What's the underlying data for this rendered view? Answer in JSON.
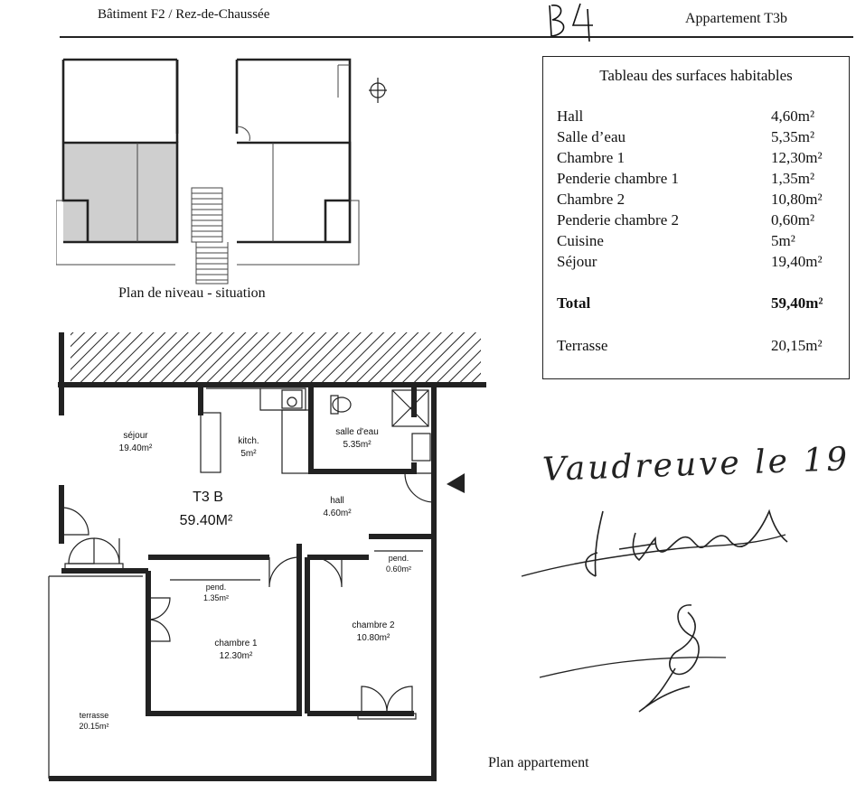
{
  "header": {
    "building": "Bâtiment F2 / Rez-de-Chaussée",
    "handwritten_code": "B4",
    "apartment": "Appartement T3b"
  },
  "site_plan": {
    "caption": "Plan de niveau - situation"
  },
  "surface_table": {
    "title": "Tableau des surfaces habitables",
    "rows": [
      {
        "label": "Hall",
        "value": "4,60m²"
      },
      {
        "label": "Salle d’eau",
        "value": "5,35m²"
      },
      {
        "label": "Chambre 1",
        "value": "12,30m²"
      },
      {
        "label": "Penderie chambre 1",
        "value": "1,35m²"
      },
      {
        "label": "Chambre 2",
        "value": "10,80m²"
      },
      {
        "label": "Penderie chambre 2",
        "value": "0,60m²"
      },
      {
        "label": "Cuisine",
        "value": "5m²"
      },
      {
        "label": "Séjour",
        "value": "19,40m²"
      }
    ],
    "total": {
      "label": "Total",
      "value": "59,40m²"
    },
    "terrace": {
      "label": "Terrasse",
      "value": "20,15m²"
    }
  },
  "handwriting": {
    "place_date": "Vaudreuve le 19"
  },
  "floor_plan": {
    "caption": "Plan appartement",
    "unit_name": "T3 B",
    "unit_area": "59.40M²",
    "rooms": {
      "sejour": {
        "name": "séjour",
        "area": "19.40m²"
      },
      "kitch": {
        "name": "kitch.",
        "area": "5m²"
      },
      "salle_deau": {
        "name": "salle d'eau",
        "area": "5.35m²"
      },
      "hall": {
        "name": "hall",
        "area": "4.60m²"
      },
      "pend1": {
        "name": "pend.",
        "area": "1.35m²"
      },
      "pend2": {
        "name": "pend.",
        "area": "0.60m²"
      },
      "chambre1": {
        "name": "chambre 1",
        "area": "12.30m²"
      },
      "chambre2": {
        "name": "chambre 2",
        "area": "10.80m²"
      },
      "terrasse": {
        "name": "terrasse",
        "area": "20.15m²"
      }
    }
  }
}
